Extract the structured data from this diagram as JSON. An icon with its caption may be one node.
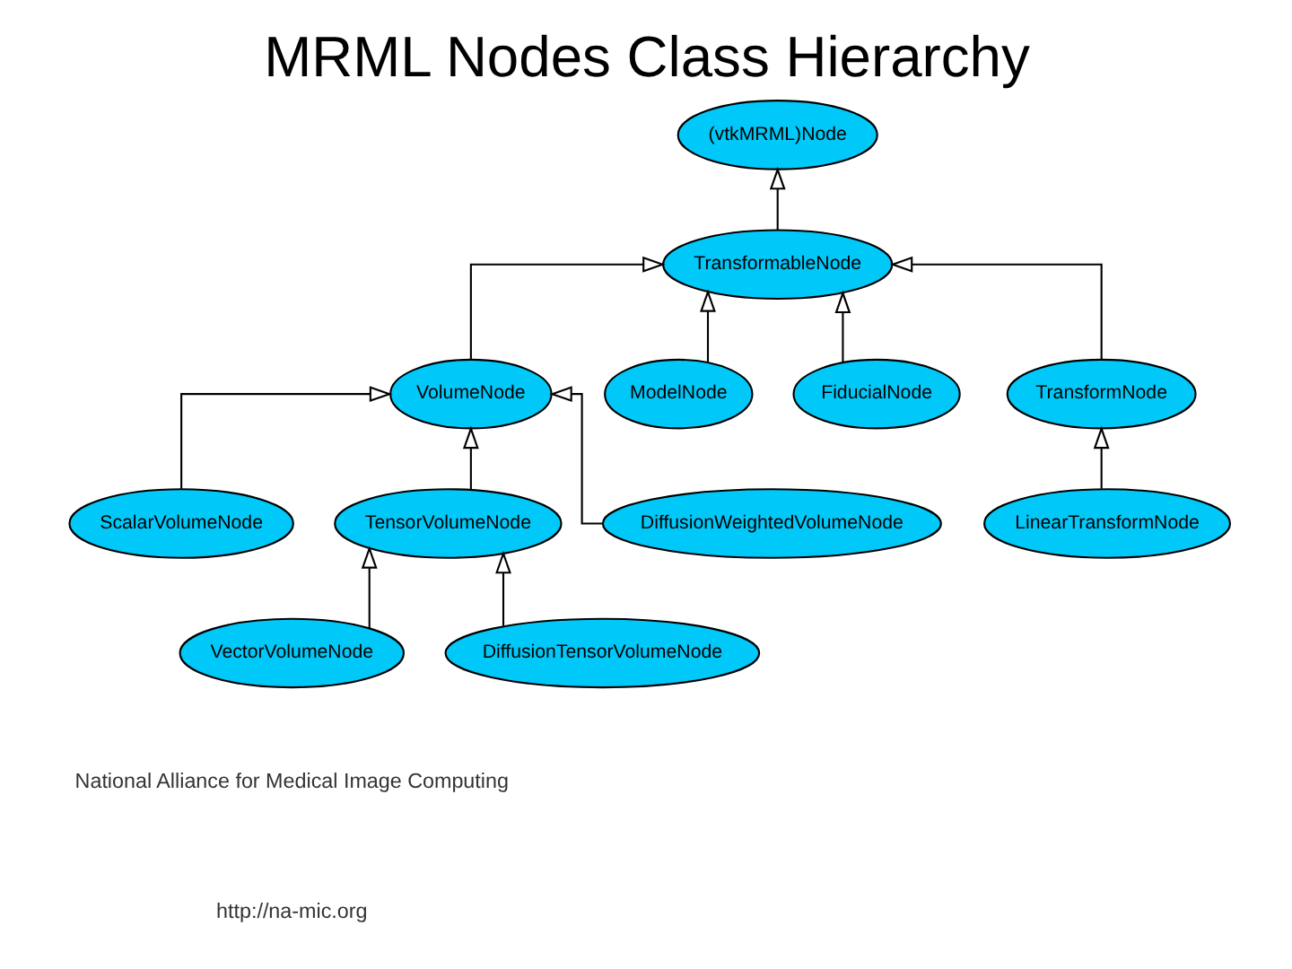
{
  "diagram": {
    "title": "MRML Nodes Class Hierarchy",
    "nodes": [
      {
        "text": [
          "(vtkMRML)Node"
        ]
      },
      {
        "text": [
          "TransformableNode"
        ]
      },
      {
        "text": [
          "VolumeNode"
        ]
      },
      {
        "text": [
          "ModelNode"
        ]
      },
      {
        "text": [
          "FiducialNode"
        ]
      },
      {
        "text": [
          "TransformNode"
        ]
      },
      {
        "text": [
          "LinearTransformNode"
        ]
      },
      {
        "text": [
          "ScalarVolumeNode"
        ]
      },
      {
        "text": [
          "TensorVolumeNode"
        ]
      },
      {
        "text": [
          "DiffusionWeightedVolumeNode"
        ]
      },
      {
        "text": [
          "VectorVolumeNode"
        ]
      },
      {
        "text": [
          "DiffusionTensorVolumeNode"
        ]
      }
    ],
    "edges": [
      {
        "from": 1,
        "to": 0,
        "arrow": "to"
      },
      {
        "from": 2,
        "to": 1,
        "arrow": "to"
      },
      {
        "from": 3,
        "to": 1,
        "arrow": "to"
      },
      {
        "from": 4,
        "to": 1,
        "arrow": "to"
      },
      {
        "from": 5,
        "to": 1,
        "arrow": "to"
      },
      {
        "from": 6,
        "to": 5,
        "arrow": "to"
      },
      {
        "from": 7,
        "to": 2,
        "arrow": "to"
      },
      {
        "from": 8,
        "to": 2,
        "arrow": "to"
      },
      {
        "from": 9,
        "to": 2,
        "arrow": "to"
      },
      {
        "from": 10,
        "to": 8,
        "arrow": "to"
      },
      {
        "from": 11,
        "to": 8,
        "arrow": "to"
      }
    ],
    "labels": [
      "National Alliance for Medical Image Computing",
      "http://na-mic.org"
    ]
  }
}
